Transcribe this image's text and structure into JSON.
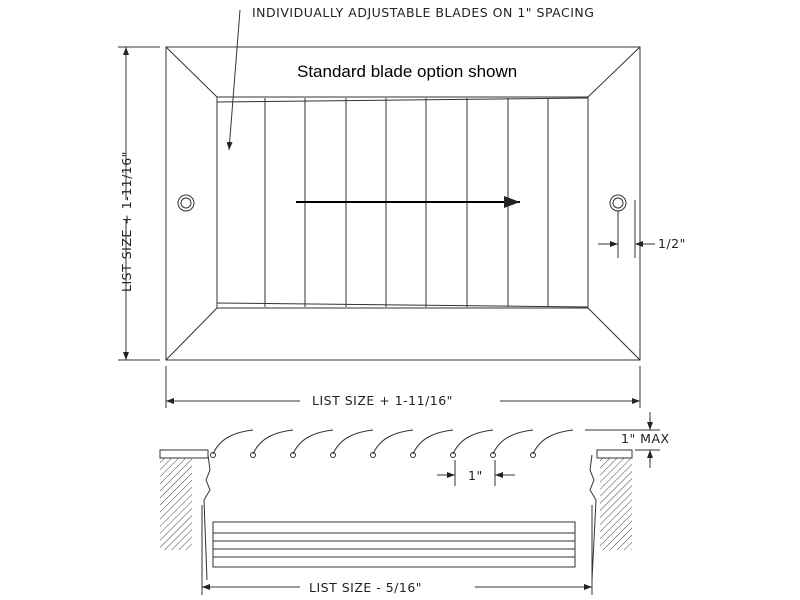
{
  "labels": {
    "blades_note": "INDIVIDUALLY ADJUSTABLE BLADES ON 1\" SPACING",
    "option_note": "Standard blade option shown",
    "height_dim": "LIST SIZE + 1-11/16\"",
    "width_dim": "LIST SIZE + 1-11/16\"",
    "screw_offset": "1/2\"",
    "max_dim": "1\" MAX",
    "spacing_dim": "1\"",
    "inner_dim": "LIST SIZE - 5/16\""
  }
}
